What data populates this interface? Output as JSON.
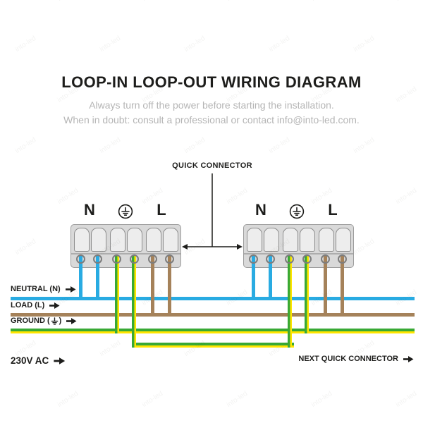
{
  "page": {
    "title": "LOOP-IN LOOP-OUT WIRING DIAGRAM",
    "subtitle_line1": "Always turn off the power before starting the installation.",
    "subtitle_line2": "When in doubt: consult a professional or contact info@into-led.com.",
    "watermark_text": "into-led"
  },
  "callout": {
    "quick_connector": "QUICK CONNECTOR",
    "next_quick_connector": "NEXT QUICK CONNECTOR"
  },
  "terminal_labels": {
    "neutral": "N",
    "line": "L"
  },
  "wire_labels": {
    "neutral": "NEUTRAL (N)",
    "load": "LOAD (L)",
    "ground_prefix": "GROUND (",
    "ground_suffix": ")",
    "supply": "230V AC"
  },
  "colors": {
    "neutral_blue": "#29abe2",
    "load_brown": "#a5825a",
    "ground_green": "#39a935",
    "ground_yellow": "#ffe500",
    "connector_gray": "#d9d9d9",
    "text_dark": "#1d1d1b",
    "text_gray": "#b5b5b5"
  }
}
